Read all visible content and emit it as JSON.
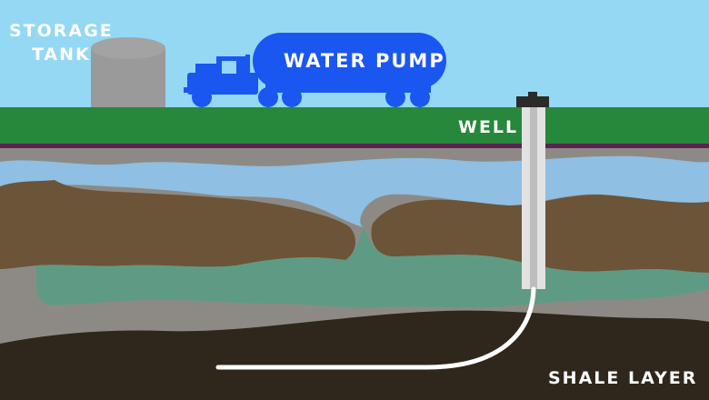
{
  "labels": {
    "storage_line1": "STORAGE",
    "storage_line2": "TANK",
    "water_pump": "WATER PUMP",
    "well": "WELL",
    "shale_layer": "SHALE LAYER"
  },
  "colors": {
    "sky": "#94d8f4",
    "grass": "#27873a",
    "soil_stripe": "#5a2350",
    "gray_rock": "#8d8a86",
    "groundwater_upper": "#8fbfe2",
    "brown_rock": "#6b5438",
    "groundwater_lower": "#5f9b84",
    "shale": "#2f271c",
    "truck": "#1a56f0",
    "storage_tank": "#9a9a9a",
    "well_casing": "#e2e2e2",
    "pipe": "#ffffff",
    "label_text": "#ffffff"
  }
}
